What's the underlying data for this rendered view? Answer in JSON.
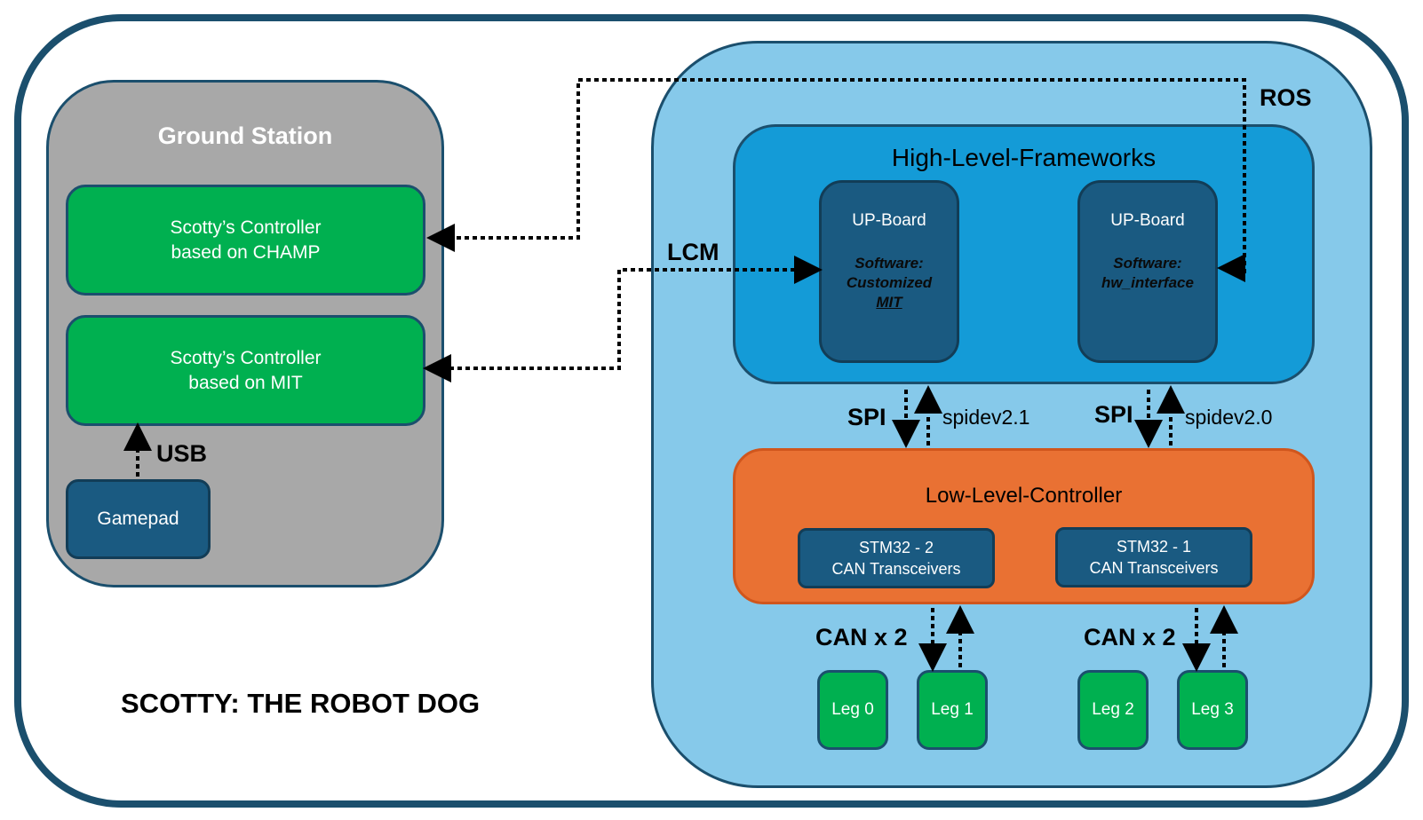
{
  "title": "SCOTTY: THE ROBOT DOG",
  "ground_station": {
    "title": "Ground Station",
    "controller_champ": [
      "Scotty’s  Controller",
      "based on CHAMP"
    ],
    "controller_mit": [
      "Scotty’s  Controller",
      "based on MIT"
    ],
    "usb_label": "USB",
    "gamepad": "Gamepad"
  },
  "links": {
    "ros": "ROS",
    "lcm": "LCM"
  },
  "high_level": {
    "title": "High-Level-Frameworks",
    "board_left": {
      "name": "UP-Board",
      "software": [
        "Software:",
        "Customized",
        "MIT"
      ]
    },
    "board_right": {
      "name": "UP-Board",
      "software": [
        "Software:",
        "hw_interface"
      ]
    }
  },
  "spi": {
    "left": {
      "label": "SPI",
      "device": "spidev2.1"
    },
    "right": {
      "label": "SPI",
      "device": "spidev2.0"
    }
  },
  "low_level": {
    "title": "Low-Level-Controller",
    "stm_left": [
      "STM32 - 2",
      "CAN Transceivers"
    ],
    "stm_right": [
      "STM32 - 1",
      "CAN Transceivers"
    ]
  },
  "can": {
    "left": "CAN x 2",
    "right": "CAN x 2"
  },
  "legs": [
    "Leg 0",
    "Leg 1",
    "Leg 2",
    "Leg 3"
  ],
  "colors": {
    "frame": "#1b4f6d",
    "ground_bg": "#a8a8a8",
    "robot_bg": "#86c9ea",
    "high_level_bg": "#149bd7",
    "low_level_bg": "#e97133",
    "green": "#00b050",
    "navy": "#1a5a81"
  }
}
